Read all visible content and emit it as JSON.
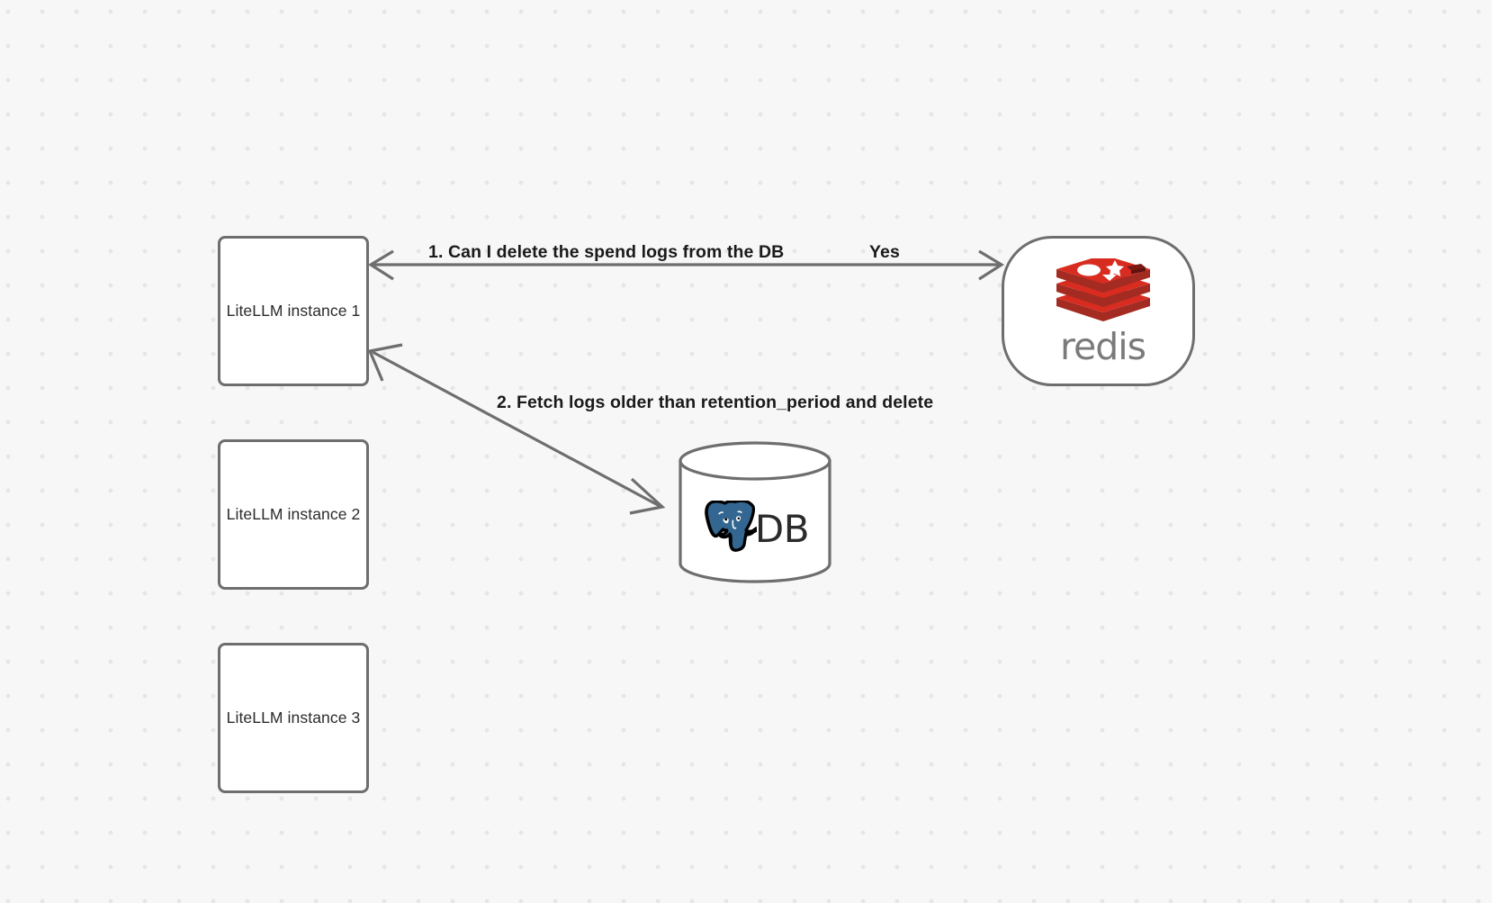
{
  "canvas": {
    "background_color": "#f7f7f7",
    "grid": "dot-grid",
    "grid_dot_color": "#e6e6e6"
  },
  "nodes": [
    {
      "id": "litellm-1",
      "label": "LiteLLM instance 1",
      "shape": "rounded-rectangle",
      "fill": "#ffffff",
      "stroke": "#6e6e6e"
    },
    {
      "id": "litellm-2",
      "label": "LiteLLM instance 2",
      "shape": "rounded-rectangle",
      "fill": "#ffffff",
      "stroke": "#6e6e6e"
    },
    {
      "id": "litellm-3",
      "label": "LiteLLM instance 3",
      "shape": "rounded-rectangle",
      "fill": "#ffffff",
      "stroke": "#6e6e6e"
    },
    {
      "id": "redis",
      "label": "redis",
      "shape": "stadium",
      "fill": "#ffffff",
      "stroke": "#6e6e6e",
      "logo_color": "#d82c20",
      "wordmark_color": "#7a7a7a"
    },
    {
      "id": "db",
      "label": "DB",
      "shape": "cylinder",
      "fill": "#ffffff",
      "stroke": "#6e6e6e",
      "logo_color": "#336791"
    }
  ],
  "edges": [
    {
      "id": "edge-redis",
      "from": "litellm-1",
      "to": "redis",
      "direction": "bidirectional",
      "stroke": "#6e6e6e",
      "labels": [
        {
          "id": "label-1",
          "text": "1.  Can I delete the spend logs from the DB"
        },
        {
          "id": "label-yes",
          "text": "Yes"
        }
      ]
    },
    {
      "id": "edge-db",
      "from": "litellm-1",
      "to": "db",
      "direction": "bidirectional",
      "stroke": "#6e6e6e",
      "labels": [
        {
          "id": "label-2",
          "text": "2.  Fetch logs older than retention_period and delete"
        }
      ]
    }
  ]
}
